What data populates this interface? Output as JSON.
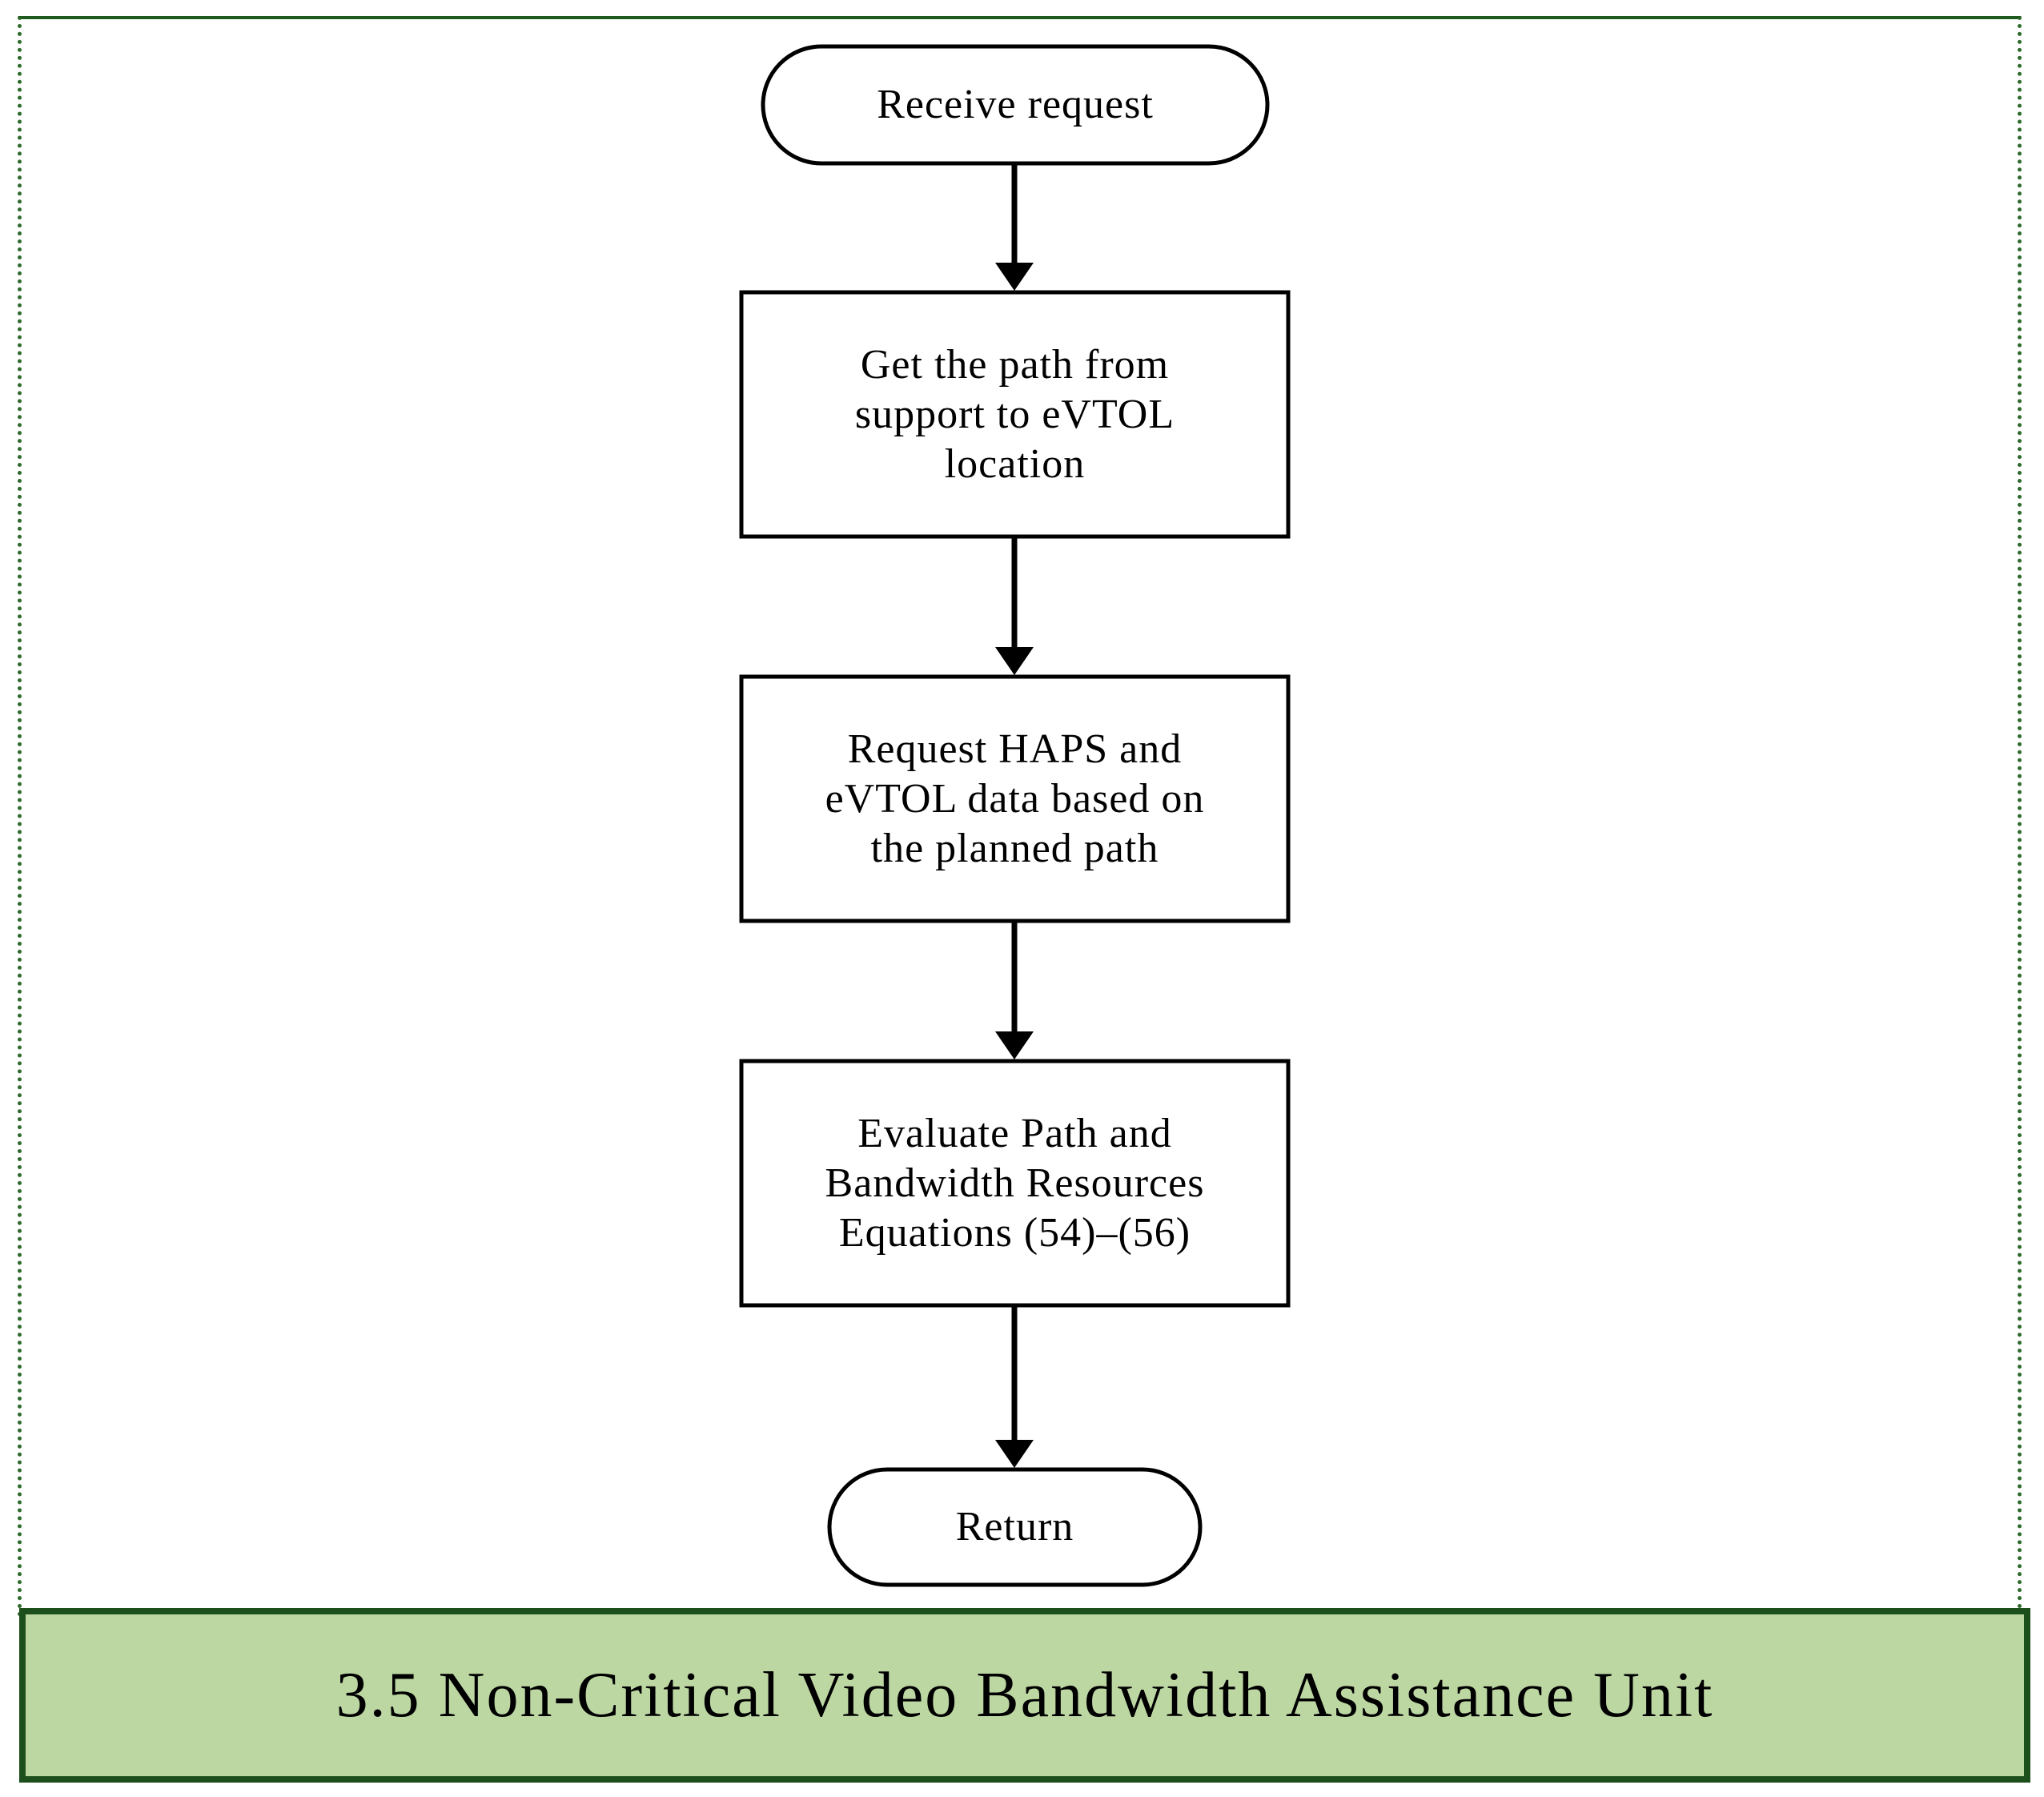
{
  "diagram": {
    "nodes": [
      {
        "id": "receive",
        "shape": "terminator",
        "label": "Receive  request"
      },
      {
        "id": "get-path",
        "shape": "process",
        "label": "Get the path from\nsupport  to eVTOL\nlocation"
      },
      {
        "id": "request-data",
        "shape": "process",
        "label": "Request HAPS and\neVTOL  data based on\nthe planned path"
      },
      {
        "id": "evaluate",
        "shape": "process",
        "label": "Evaluate Path and\nBandwidth Resources\nEquations (54)–(56)"
      },
      {
        "id": "return",
        "shape": "terminator",
        "label": "Return"
      }
    ],
    "edges": [
      {
        "from": "receive",
        "to": "get-path"
      },
      {
        "from": "get-path",
        "to": "request-data"
      },
      {
        "from": "request-data",
        "to": "evaluate"
      },
      {
        "from": "evaluate",
        "to": "return"
      }
    ]
  },
  "banner": {
    "title": "3.5 Non-Critical Video Bandwidth Assistance Unit",
    "background_color": "#bdd7a3",
    "border_color": "#1d4f1d"
  },
  "frame": {
    "border_color": "#2e6b2e"
  }
}
